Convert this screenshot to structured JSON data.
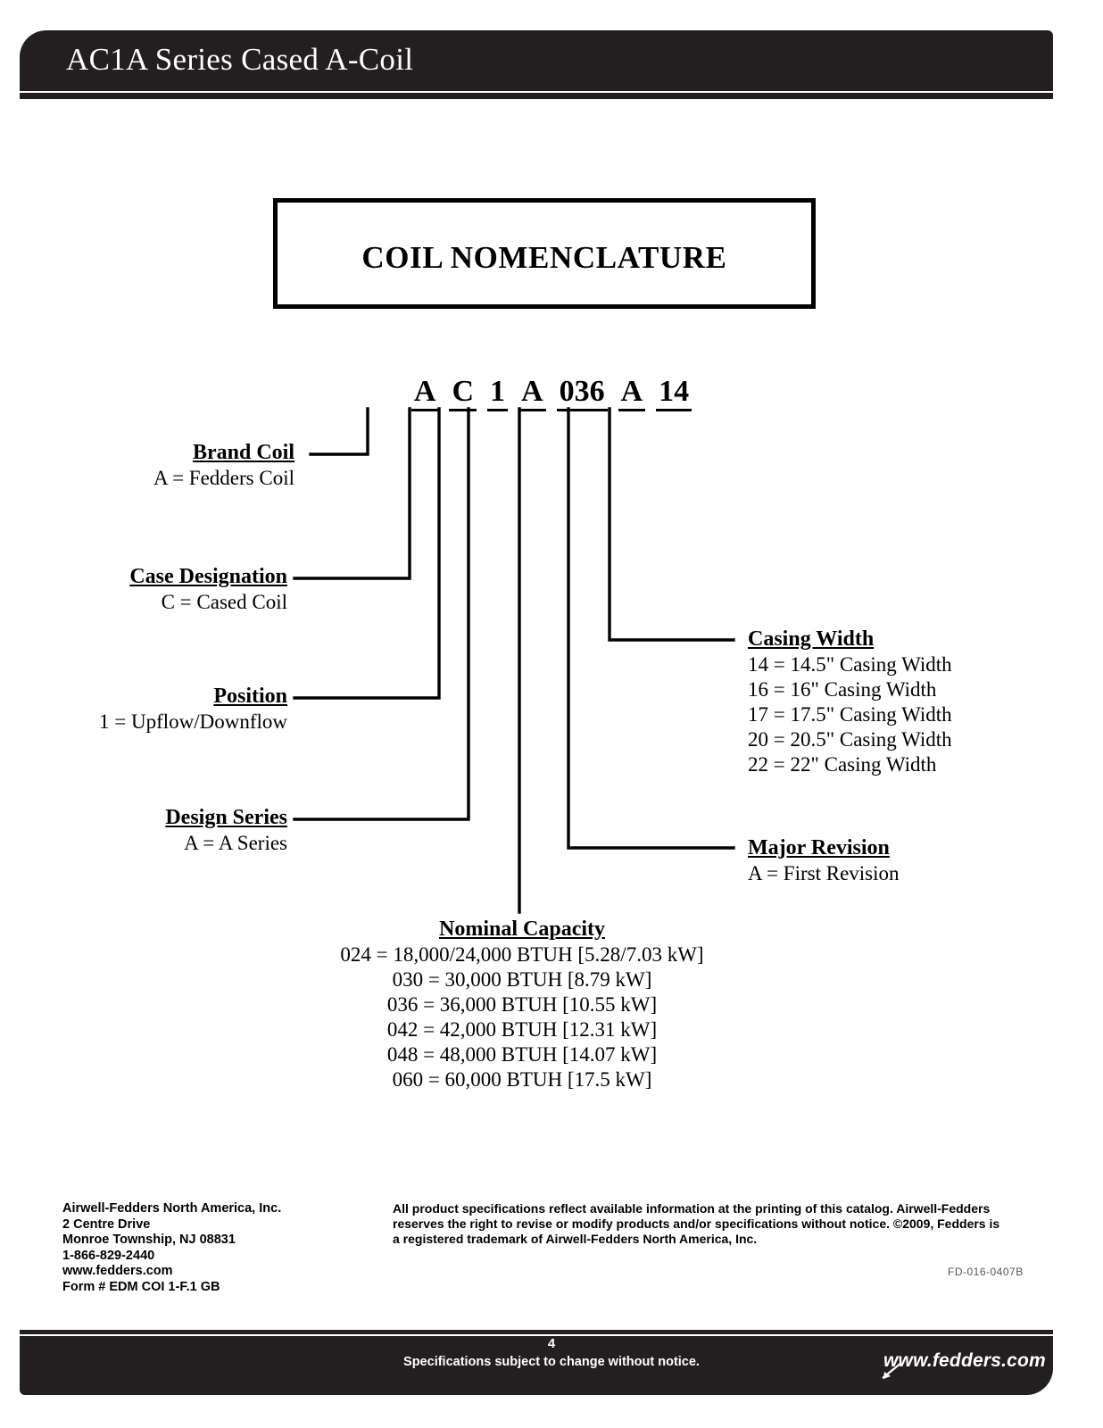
{
  "header": {
    "title": "AC1A Series Cased A-Coil"
  },
  "title_box": {
    "title": "COIL NOMENCLATURE"
  },
  "model_code": {
    "segments": [
      "A",
      "C",
      "1",
      "A",
      "036",
      "A",
      "14"
    ]
  },
  "callouts": {
    "brand_coil": {
      "heading": "Brand Coil",
      "lines": [
        "A = Fedders Coil"
      ]
    },
    "case_designation": {
      "heading": "Case Designation",
      "lines": [
        "C = Cased Coil"
      ]
    },
    "position": {
      "heading": "Position",
      "lines": [
        "1 = Upflow/Downflow"
      ]
    },
    "design_series": {
      "heading": "Design Series",
      "lines": [
        "A = A Series"
      ]
    },
    "casing_width": {
      "heading": "Casing Width",
      "lines": [
        "14 = 14.5\" Casing Width",
        "16 = 16\" Casing Width",
        "17 = 17.5\" Casing Width",
        "20 = 20.5\" Casing Width",
        "22 = 22\" Casing Width"
      ]
    },
    "major_revision": {
      "heading": "Major Revision",
      "lines": [
        "A = First Revision"
      ]
    },
    "nominal_capacity": {
      "heading": "Nominal Capacity",
      "lines": [
        "024 = 18,000/24,000 BTUH [5.28/7.03 kW]",
        "030 = 30,000 BTUH [8.79 kW]",
        "036 = 36,000 BTUH [10.55 kW]",
        "042 = 42,000 BTUH [12.31 kW]",
        "048 = 48,000 BTUH [14.07 kW]",
        "060 = 60,000 BTUH [17.5 kW]"
      ]
    }
  },
  "footer": {
    "address": [
      "Airwell-Fedders North America, Inc.",
      "2 Centre Drive",
      "Monroe Township, NJ 08831",
      "1-866-829-2440",
      "www.fedders.com",
      "Form # EDM COI 1-F.1 GB"
    ],
    "disclaimer": "All product specifications reflect available information at the printing of this catalog.  Airwell-Fedders reserves the right to revise or modify products and/or specifications without notice.  ©2009, Fedders is a registered trademark of Airwell-Fedders North America, Inc.",
    "doc_code": "FD-016-0407B",
    "page_number": "4",
    "note": "Specifications subject to change without notice.",
    "brand": "www.fedders.com"
  },
  "colors": {
    "dark": "#231f20",
    "text": "#000000",
    "paper": "#ffffff"
  }
}
